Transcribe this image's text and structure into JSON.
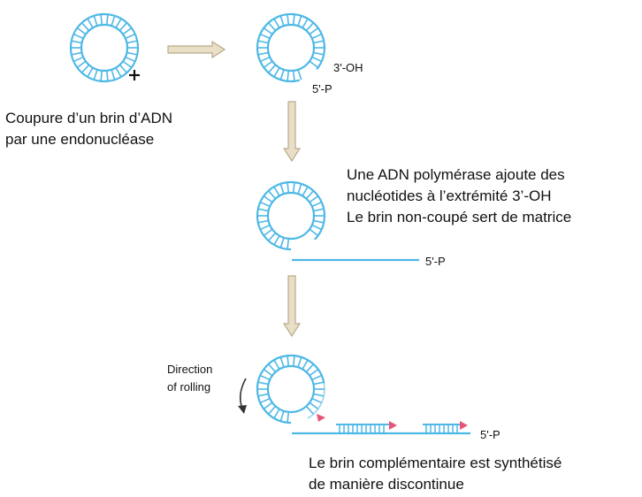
{
  "steps": [
    {
      "caption_lines": [
        "Coupure d’un brin d’ADN",
        "par une endonucléase"
      ],
      "end_labels": [
        "3'-OH",
        "5'-P"
      ]
    },
    {
      "caption_lines": [
        "Une ADN polymérase ajoute des",
        "nucléotides à l’extrémité 3’-OH",
        "Le brin non-coupé sert de matrice"
      ],
      "end_label": "5'-P"
    },
    {
      "rolling_label_lines": [
        "Direction",
        "of rolling"
      ],
      "end_label": "5'-P",
      "caption_lines": [
        "Le brin complémentaire est synthétisé",
        "de manière discontinue"
      ]
    }
  ],
  "colors": {
    "dna": "#4db8e6",
    "arrow_fill": "#e9dfc7",
    "arrow_stroke": "#b9ab8a",
    "primer": "#e8547a",
    "text": "#111111"
  },
  "icons": [
    "nick-cross-icon",
    "flow-arrow-icon",
    "rolling-direction-arrow-icon"
  ]
}
